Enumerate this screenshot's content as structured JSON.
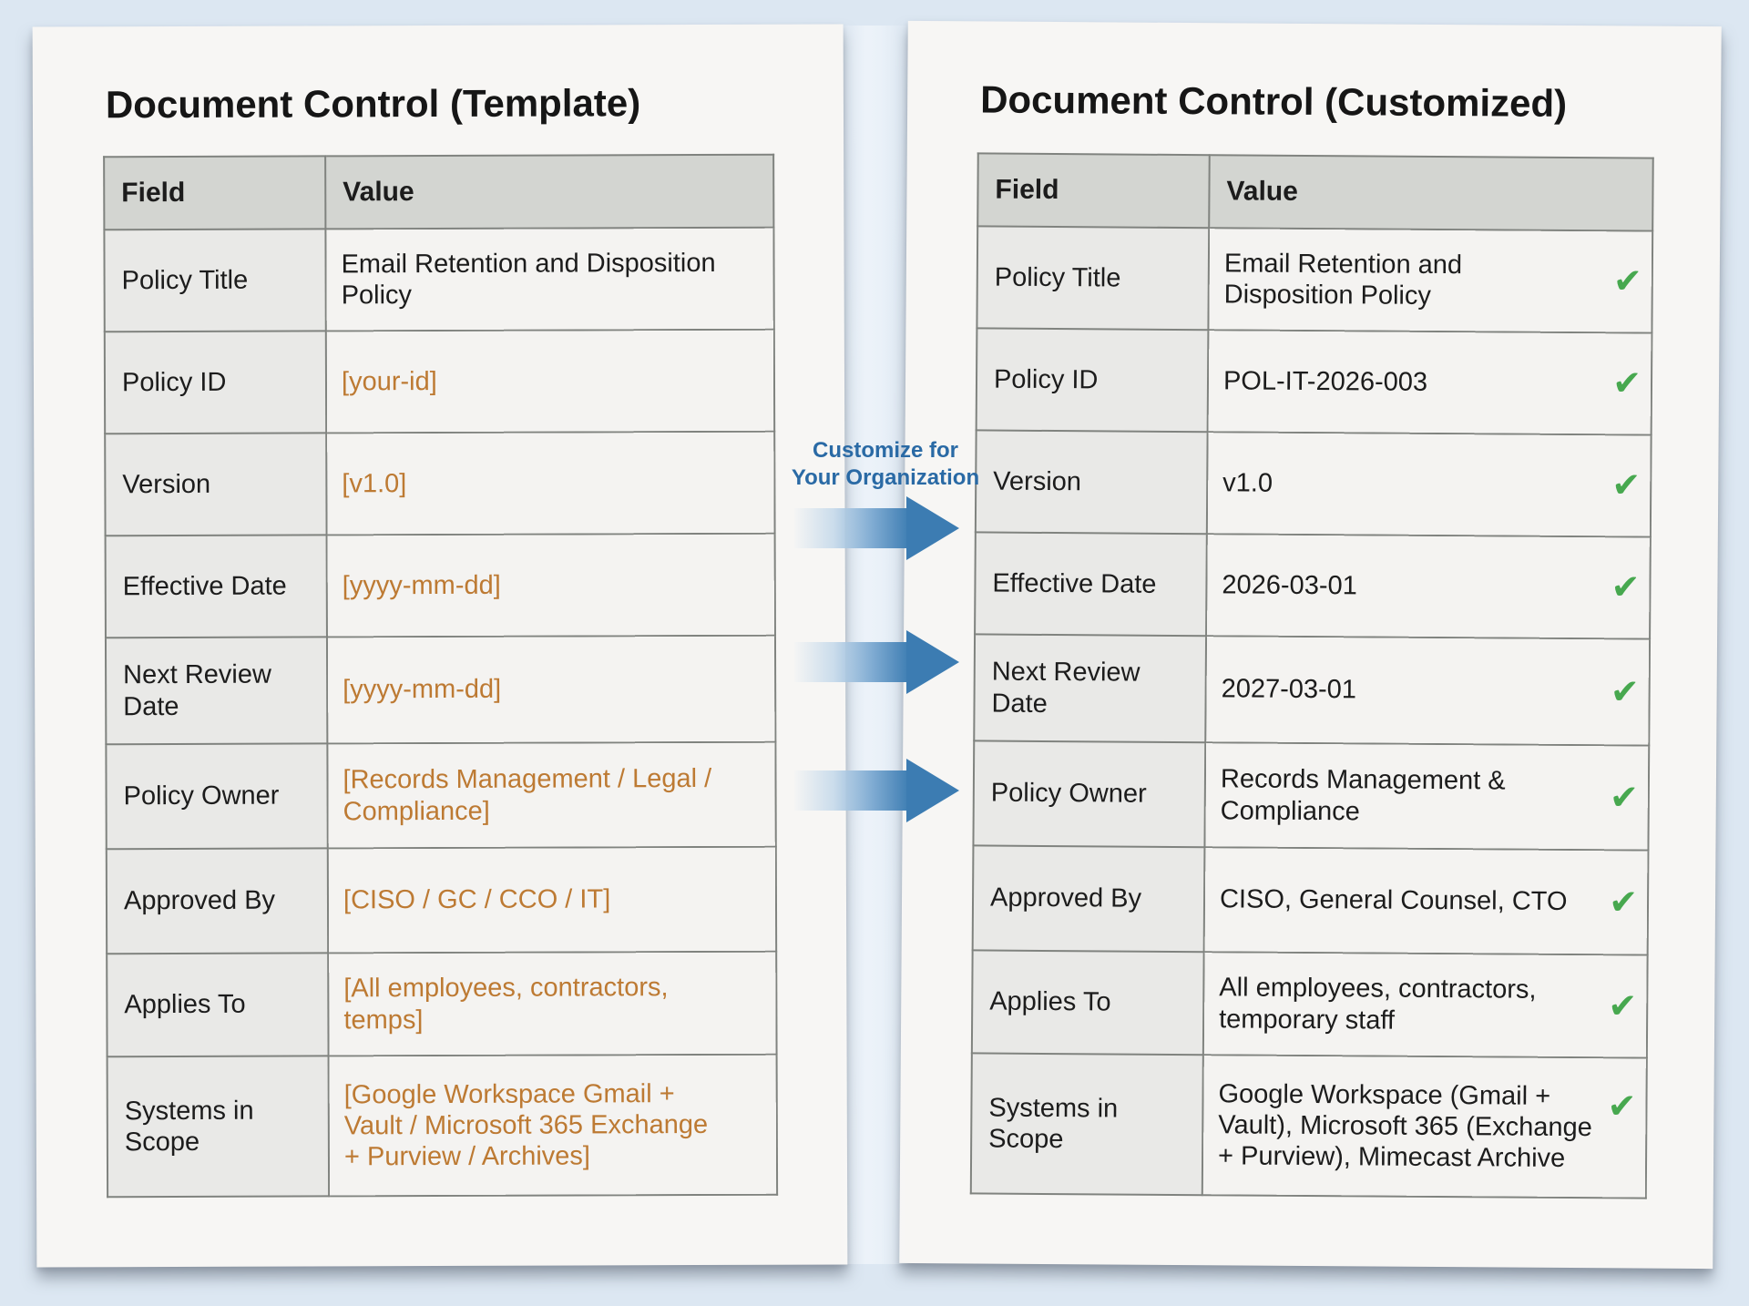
{
  "left_panel": {
    "title": "Document Control (Template)",
    "columns": [
      "Field",
      "Value"
    ],
    "rows": [
      {
        "field": "Policy Title",
        "value": "Email Retention and Disposition\nPolicy"
      },
      {
        "field": "Policy ID",
        "value": "[your-id]"
      },
      {
        "field": "Version",
        "value": "[v1.0]"
      },
      {
        "field": "Effective Date",
        "value": "[yyyy-mm-dd]"
      },
      {
        "field": "Next Review\nDate",
        "value": "[yyyy-mm-dd]"
      },
      {
        "field": "Policy Owner",
        "value": "[Records Management / Legal /\nCompliance]"
      },
      {
        "field": "Approved By",
        "value": "[CISO / GC / CCO / IT]"
      },
      {
        "field": "Applies To",
        "value": "[All employees, contractors,\ntemps]"
      },
      {
        "field": "Systems in\nScope",
        "value": "[Google Workspace Gmail +\nVault / Microsoft 365 Exchange\n+ Purview / Archives]"
      }
    ]
  },
  "middle": {
    "label": "Customize for\nYour Organization",
    "arrow_count": 3
  },
  "right_panel": {
    "title": "Document Control (Customized)",
    "columns": [
      "Field",
      "Value"
    ],
    "check_glyph": "✔",
    "rows": [
      {
        "field": "Policy Title",
        "value": "Email Retention and\nDisposition Policy"
      },
      {
        "field": "Policy ID",
        "value": "POL-IT-2026-003"
      },
      {
        "field": "Version",
        "value": "v1.0"
      },
      {
        "field": "Effective Date",
        "value": "2026-03-01"
      },
      {
        "field": "Next Review\nDate",
        "value": "2027-03-01"
      },
      {
        "field": "Policy Owner",
        "value": "Records Management &\nCompliance"
      },
      {
        "field": "Approved By",
        "value": "CISO, General Counsel, CTO"
      },
      {
        "field": "Applies To",
        "value": "All employees, contractors,\ntemporary staff"
      },
      {
        "field": "Systems in\nScope",
        "value": "Google Workspace (Gmail +\nVault), Microsoft 365 (Exchange\n+ Purview), Mimecast Archive"
      }
    ]
  },
  "colors": {
    "background": "#dce7f2",
    "page": "#f7f6f4",
    "placeholder_orange": "#bd7a33",
    "arrow_blue": "#3c7cb2",
    "label_blue": "#2a6aa5",
    "check_green": "#47a84f",
    "table_border": "#80837f",
    "header_gray": "#d3d5d1",
    "field_gray": "#e9e9e7"
  }
}
